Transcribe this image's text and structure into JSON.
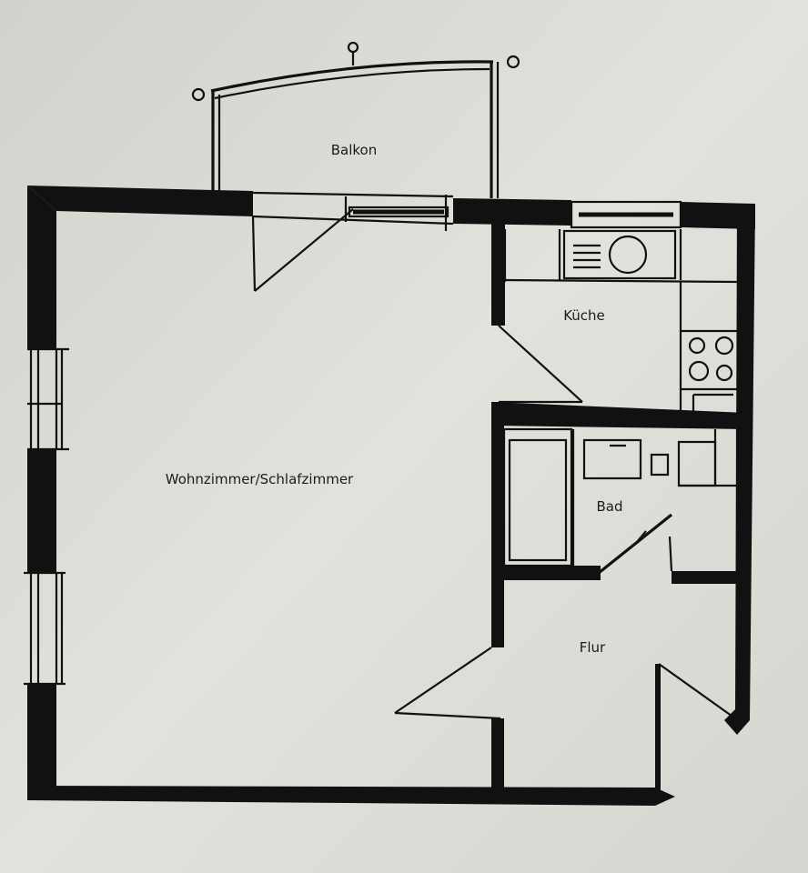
{
  "colors": {
    "paper": "#dcdcd6",
    "ink": "#111111"
  },
  "rooms": {
    "balcony": "Balkon",
    "kitchen": "Küche",
    "living": "Wohnzimmer/Schlafzimmer",
    "bath": "Bad",
    "hall": "Flur"
  }
}
